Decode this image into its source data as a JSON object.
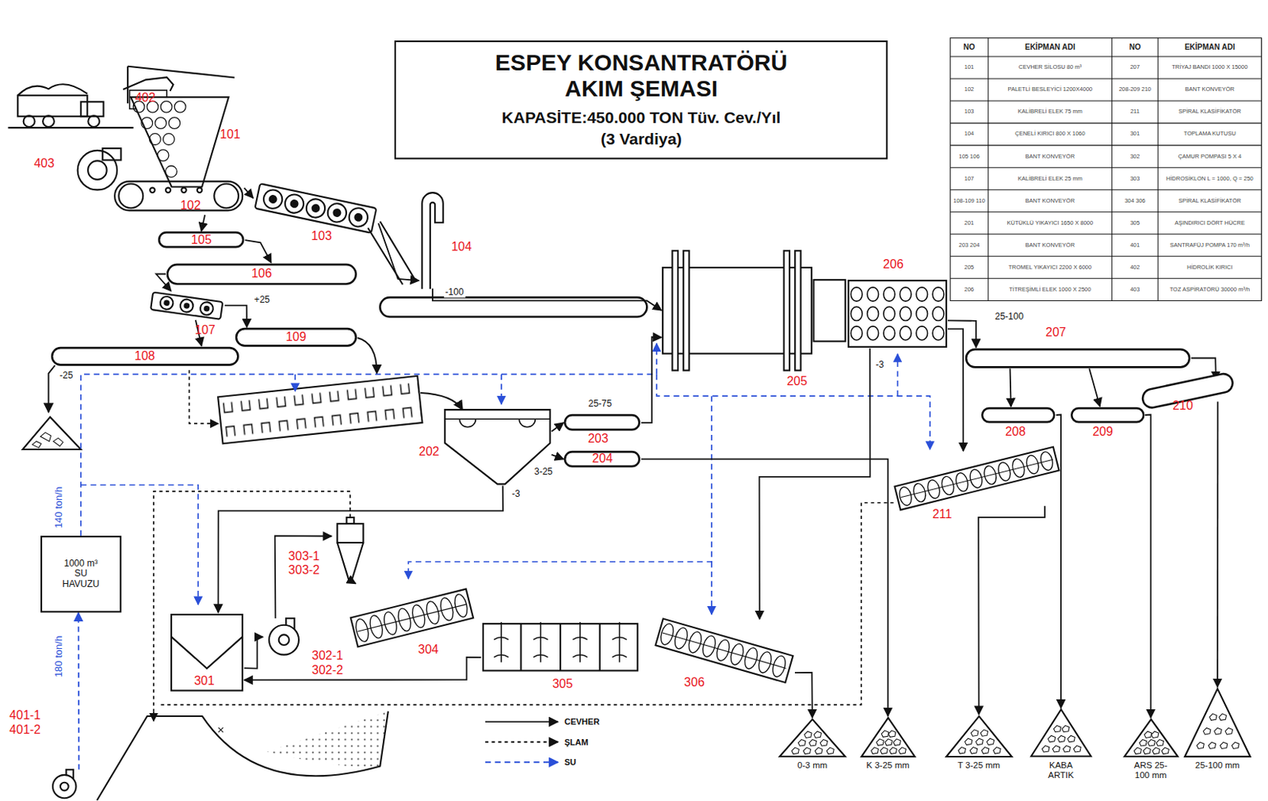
{
  "diagram": {
    "title": "ESPEY KONSANTRATÖRÜ AKIM ŞEMASI",
    "nodes": [
      {
        "text": [
          "ESPEY KONSANTRATÖRÜ AKIM ŞEMASI",
          "KAPASİTE:450.000 TON Tüv. Cev./Yıl",
          "(3 Vardiya)"
        ]
      },
      {
        "text": [
          "402"
        ]
      },
      {
        "text": [
          "101"
        ]
      },
      {
        "text": [
          "403"
        ]
      },
      {
        "text": [
          "102"
        ]
      },
      {
        "text": [
          "103"
        ]
      },
      {
        "text": [
          "104"
        ]
      },
      {
        "text": [
          "105"
        ]
      },
      {
        "text": [
          "106"
        ]
      },
      {
        "text": [
          "107"
        ]
      },
      {
        "text": [
          "108"
        ]
      },
      {
        "text": [
          "109"
        ]
      },
      {
        "text": [
          "202"
        ]
      },
      {
        "text": [
          "203"
        ]
      },
      {
        "text": [
          "204"
        ]
      },
      {
        "text": [
          "205"
        ]
      },
      {
        "text": [
          "206"
        ]
      },
      {
        "text": [
          "207"
        ]
      },
      {
        "text": [
          "208"
        ]
      },
      {
        "text": [
          "209"
        ]
      },
      {
        "text": [
          "210"
        ]
      },
      {
        "text": [
          "211"
        ]
      },
      {
        "text": [
          "301"
        ]
      },
      {
        "text": [
          "302-1 302-2"
        ]
      },
      {
        "text": [
          "303-1 303-2"
        ]
      },
      {
        "text": [
          "304"
        ]
      },
      {
        "text": [
          "305"
        ]
      },
      {
        "text": [
          "306"
        ]
      },
      {
        "text": [
          "1000 m³ SU HAVUZU"
        ]
      },
      {
        "text": [
          "401-1 401-2"
        ]
      },
      {
        "text": [
          "0-3 mm"
        ]
      },
      {
        "text": [
          "K 3-25 mm"
        ]
      },
      {
        "text": [
          "T 3-25 mm"
        ]
      },
      {
        "text": [
          "KABA ARTIK"
        ]
      },
      {
        "text": [
          "ARS 25-100 mm"
        ]
      },
      {
        "text": [
          "25-100 mm"
        ]
      }
    ],
    "edges": [
      {
        "from": 4,
        "to": 5,
        "arrow": "to"
      },
      {
        "from": 4,
        "to": 7,
        "arrow": "to"
      },
      {
        "from": 7,
        "to": 8,
        "arrow": "to"
      },
      {
        "from": 5,
        "to": 6,
        "arrow": "to"
      },
      {
        "from": 8,
        "to": 9,
        "arrow": "to"
      },
      {
        "from": 9,
        "to": 10,
        "arrow": "to"
      },
      {
        "from": 9,
        "to": 11,
        "label": "+25",
        "arrow": "to"
      },
      {
        "from": 6,
        "to": 15,
        "label": "-100",
        "arrow": "to"
      },
      {
        "from": 12,
        "to": 13,
        "label": "25-75",
        "arrow": "to"
      },
      {
        "from": 12,
        "to": 14,
        "label": "3-25",
        "arrow": "to"
      },
      {
        "from": 13,
        "to": 15,
        "arrow": "to"
      },
      {
        "from": 14,
        "to": 31,
        "arrow": "to"
      },
      {
        "from": 12,
        "to": 22,
        "label": "-3",
        "arrow": "to"
      },
      {
        "from": 16,
        "to": 17,
        "label": "25-100",
        "arrow": "to"
      },
      {
        "from": 17,
        "to": 18,
        "arrow": "to"
      },
      {
        "from": 17,
        "to": 19,
        "arrow": "to"
      },
      {
        "from": 17,
        "to": 20,
        "arrow": "to"
      },
      {
        "from": 16,
        "to": 27,
        "label": "-3",
        "arrow": "to"
      },
      {
        "from": 16,
        "to": 21,
        "arrow": "to"
      },
      {
        "from": 21,
        "to": 32,
        "arrow": "to"
      },
      {
        "from": 18,
        "to": 33,
        "arrow": "to"
      },
      {
        "from": 19,
        "to": 34,
        "arrow": "to"
      },
      {
        "from": 20,
        "to": 35,
        "arrow": "to"
      },
      {
        "from": 27,
        "to": 30,
        "arrow": "to"
      },
      {
        "from": 22,
        "to": 23,
        "arrow": "to"
      },
      {
        "from": 23,
        "to": 24,
        "arrow": "to"
      },
      {
        "from": 24,
        "to": 25,
        "arrow": "to"
      },
      {
        "from": 26,
        "to": 22,
        "arrow": "to"
      },
      {
        "from": 29,
        "to": 28,
        "arrow": "to"
      }
    ],
    "labels": [
      "NO",
      "EKİPMAN ADI",
      "NO",
      "EKİPMAN ADI",
      "101",
      "CEVHER SİLOSU 80 m³",
      "207",
      "TRİYAJ BANDI 1000 X 15000",
      "102",
      "PALETLİ BESLEYİCİ 1200X4000",
      "208-209 210",
      "BANT KONVEYÖR",
      "103",
      "KALİBRELİ ELEK 75 mm",
      "211",
      "SPİRAL KLASİFİKATÖR",
      "104",
      "ÇENELİ KIRICI 800 X 1060",
      "301",
      "TOPLAMA KUTUSU",
      "105 106",
      "BANT KONVEYÖR",
      "302",
      "ÇAMUR POMPASI 5 X 4",
      "107",
      "KALİBRELİ ELEK 25 mm",
      "303",
      "HİDROSİKLON L = 1000, Q = 250",
      "108-109 110",
      "BANT KONVEYÖR",
      "304 306",
      "SPİRAL KLASİFİKATÖR",
      "201",
      "KÜTÜKLÜ YIKAYICI 1650 X 8000",
      "305",
      "AŞINDIRICI DÖRT HÜCRE",
      "203 204",
      "BANT KONVEYÖR",
      "401",
      "SANTRAFÜJ POMPA 170 m³/h",
      "205",
      "TROMEL YIKAYICI 2200 X 6000",
      "402",
      "HİDROLİK KIRICI",
      "206",
      "TİTREŞİMLİ ELEK 1000 X 2500",
      "403",
      "TOZ ASPİRATÖRÜ 30000 m³/h",
      "-25",
      "140 ton/h",
      "180 ton/h"
    ],
    "legend": [
      {
        "text": "CEVHER"
      },
      {
        "text": "ŞLAM"
      },
      {
        "text": "SU"
      }
    ]
  }
}
